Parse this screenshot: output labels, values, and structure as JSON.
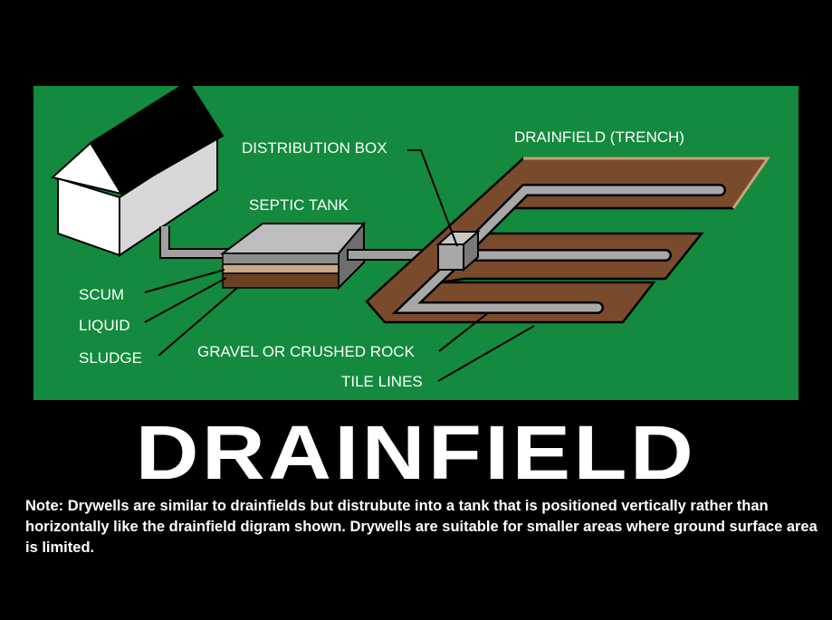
{
  "labels": {
    "distribution_box": "DISTRIBUTION BOX",
    "drainfield_trench": "DRAINFIELD (TRENCH)",
    "septic_tank": "SEPTIC TANK",
    "scum": "SCUM",
    "liquid": "LIQUID",
    "sludge": "SLUDGE",
    "gravel": "GRAVEL OR CRUSHED ROCK",
    "tile_lines": "TILE LINES"
  },
  "title": "DRAINFIELD",
  "note": "Note: Drywells are similar to drainfields but distrubute into a tank that is positioned vertically rather than horizontally like the drainfield digram shown. Drywells are suitable for smaller areas where ground surface area is limited.",
  "colors": {
    "background": "#000000",
    "panel_green": "#138a3e",
    "trench_brown": "#7a4a2c",
    "pipe_gray": "#a0a0a0",
    "text": "#ffffff"
  }
}
